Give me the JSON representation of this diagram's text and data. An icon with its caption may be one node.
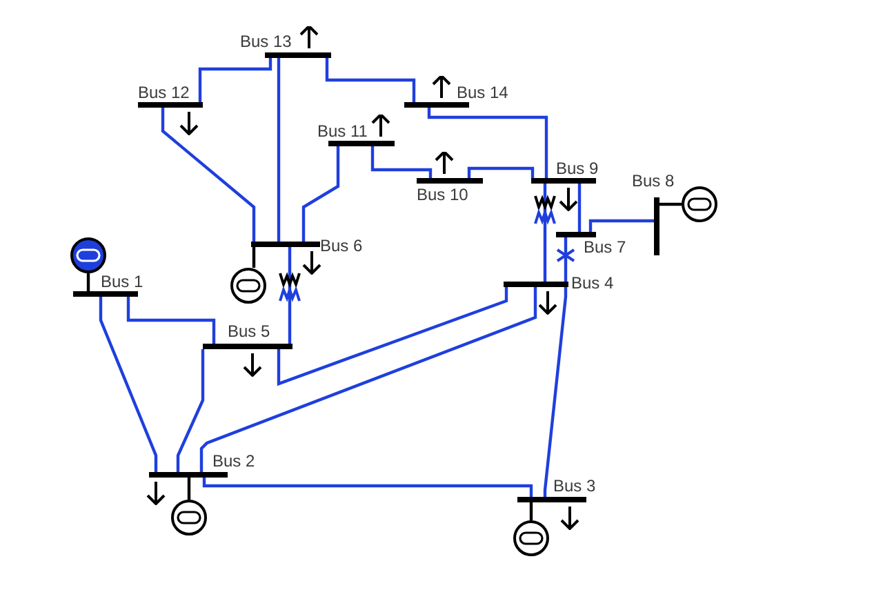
{
  "diagram": {
    "nodes": [
      {
        "text": [
          "Bus 1"
        ]
      },
      {
        "text": [
          "Bus 2"
        ]
      },
      {
        "text": [
          "Bus 3"
        ]
      },
      {
        "text": [
          "Bus 4"
        ]
      },
      {
        "text": [
          "Bus 5"
        ]
      },
      {
        "text": [
          "Bus 6"
        ]
      },
      {
        "text": [
          "Bus 7"
        ]
      },
      {
        "text": [
          "Bus 8"
        ]
      },
      {
        "text": [
          "Bus 9"
        ]
      },
      {
        "text": [
          "Bus 10"
        ]
      },
      {
        "text": [
          "Bus 11"
        ]
      },
      {
        "text": [
          "Bus 12"
        ]
      },
      {
        "text": [
          "Bus 13"
        ]
      },
      {
        "text": [
          "Bus 14"
        ]
      },
      {
        "text": [],
        "shape": "circle"
      },
      {
        "text": [],
        "shape": "circle"
      },
      {
        "text": [],
        "shape": "circle"
      },
      {
        "text": [],
        "shape": "circle"
      },
      {
        "text": [],
        "shape": "circle"
      }
    ],
    "edges": [
      {
        "from": 0,
        "to": 1,
        "arrow": "none"
      },
      {
        "from": 0,
        "to": 4,
        "arrow": "none"
      },
      {
        "from": 1,
        "to": 2,
        "arrow": "none"
      },
      {
        "from": 1,
        "to": 3,
        "arrow": "none"
      },
      {
        "from": 1,
        "to": 4,
        "arrow": "none"
      },
      {
        "from": 2,
        "to": 3,
        "arrow": "none"
      },
      {
        "from": 3,
        "to": 4,
        "arrow": "none"
      },
      {
        "from": 3,
        "to": 6,
        "arrow": "none"
      },
      {
        "from": 3,
        "to": 8,
        "arrow": "none"
      },
      {
        "from": 4,
        "to": 5,
        "arrow": "none"
      },
      {
        "from": 5,
        "to": 10,
        "arrow": "none"
      },
      {
        "from": 5,
        "to": 11,
        "arrow": "none"
      },
      {
        "from": 5,
        "to": 12,
        "arrow": "none"
      },
      {
        "from": 6,
        "to": 7,
        "arrow": "none"
      },
      {
        "from": 6,
        "to": 8,
        "arrow": "none"
      },
      {
        "from": 8,
        "to": 9,
        "arrow": "none"
      },
      {
        "from": 8,
        "to": 13,
        "arrow": "none"
      },
      {
        "from": 9,
        "to": 10,
        "arrow": "none"
      },
      {
        "from": 11,
        "to": 12,
        "arrow": "none"
      },
      {
        "from": 12,
        "to": 13,
        "arrow": "none"
      },
      {
        "from": 14,
        "to": 0,
        "arrow": "none",
        "color": "#000000"
      },
      {
        "from": 15,
        "to": 1,
        "arrow": "none",
        "color": "#000000"
      },
      {
        "from": 16,
        "to": 2,
        "arrow": "none",
        "color": "#000000"
      },
      {
        "from": 17,
        "to": 5,
        "arrow": "none",
        "color": "#000000"
      },
      {
        "from": 18,
        "to": 7,
        "arrow": "none",
        "color": "#000000"
      }
    ]
  }
}
